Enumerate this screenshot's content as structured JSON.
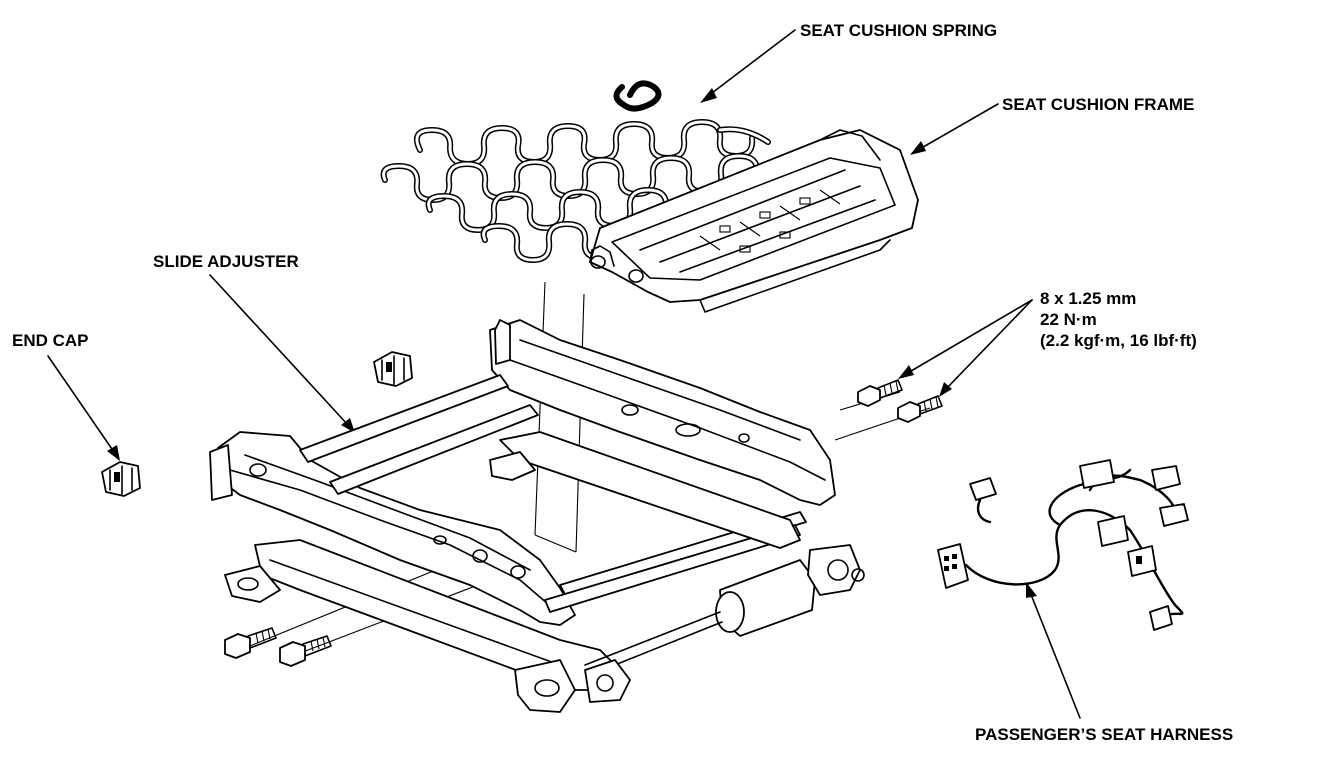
{
  "labels": {
    "seat_cushion_spring": "SEAT CUSHION SPRING",
    "seat_cushion_frame": "SEAT CUSHION FRAME",
    "slide_adjuster": "SLIDE ADJUSTER",
    "end_cap": "END CAP",
    "bolt_size": "8 x 1.25 mm",
    "torque_nm": "22 N·m",
    "torque_alt": "(2.2 kgf·m, 16 lbf·ft)",
    "passenger_harness": "PASSENGER’S SEAT HARNESS"
  }
}
